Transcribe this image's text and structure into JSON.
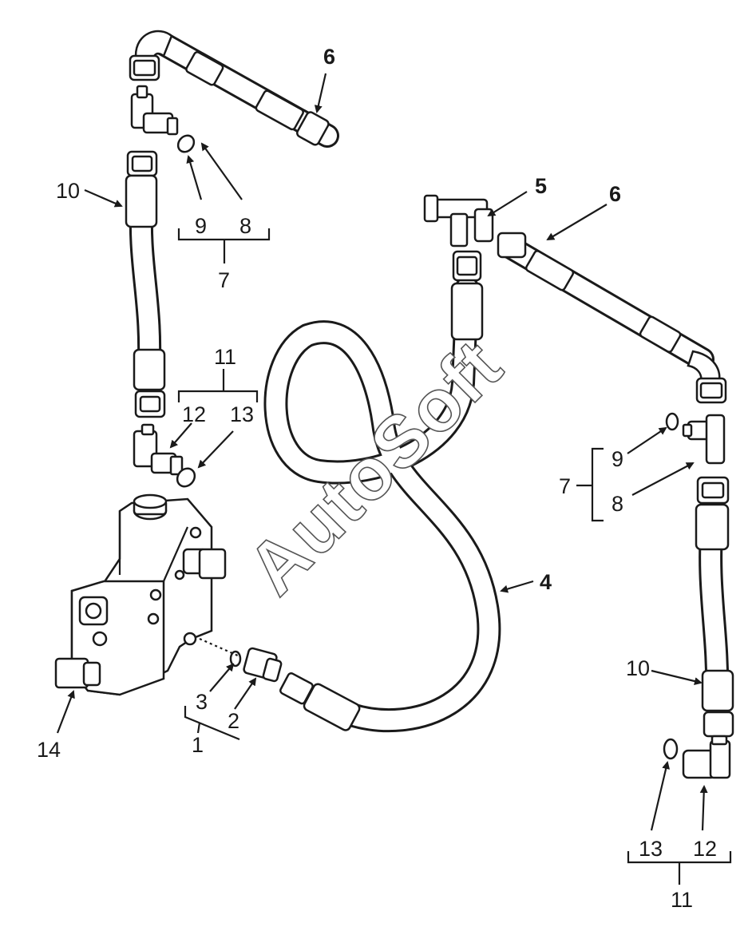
{
  "watermark": "AutoSoft",
  "callouts": {
    "c1": "1",
    "c2": "2",
    "c3": "3",
    "c4": "4",
    "c5": "5",
    "c6a": "6",
    "c6b": "6",
    "c7a": "7",
    "c7b": "7",
    "c8a": "8",
    "c8b": "8",
    "c9a": "9",
    "c9b": "9",
    "c10a": "10",
    "c10b": "10",
    "c11a": "11",
    "c11b": "11",
    "c12a": "12",
    "c12b": "12",
    "c13a": "13",
    "c13b": "13",
    "c14": "14"
  }
}
